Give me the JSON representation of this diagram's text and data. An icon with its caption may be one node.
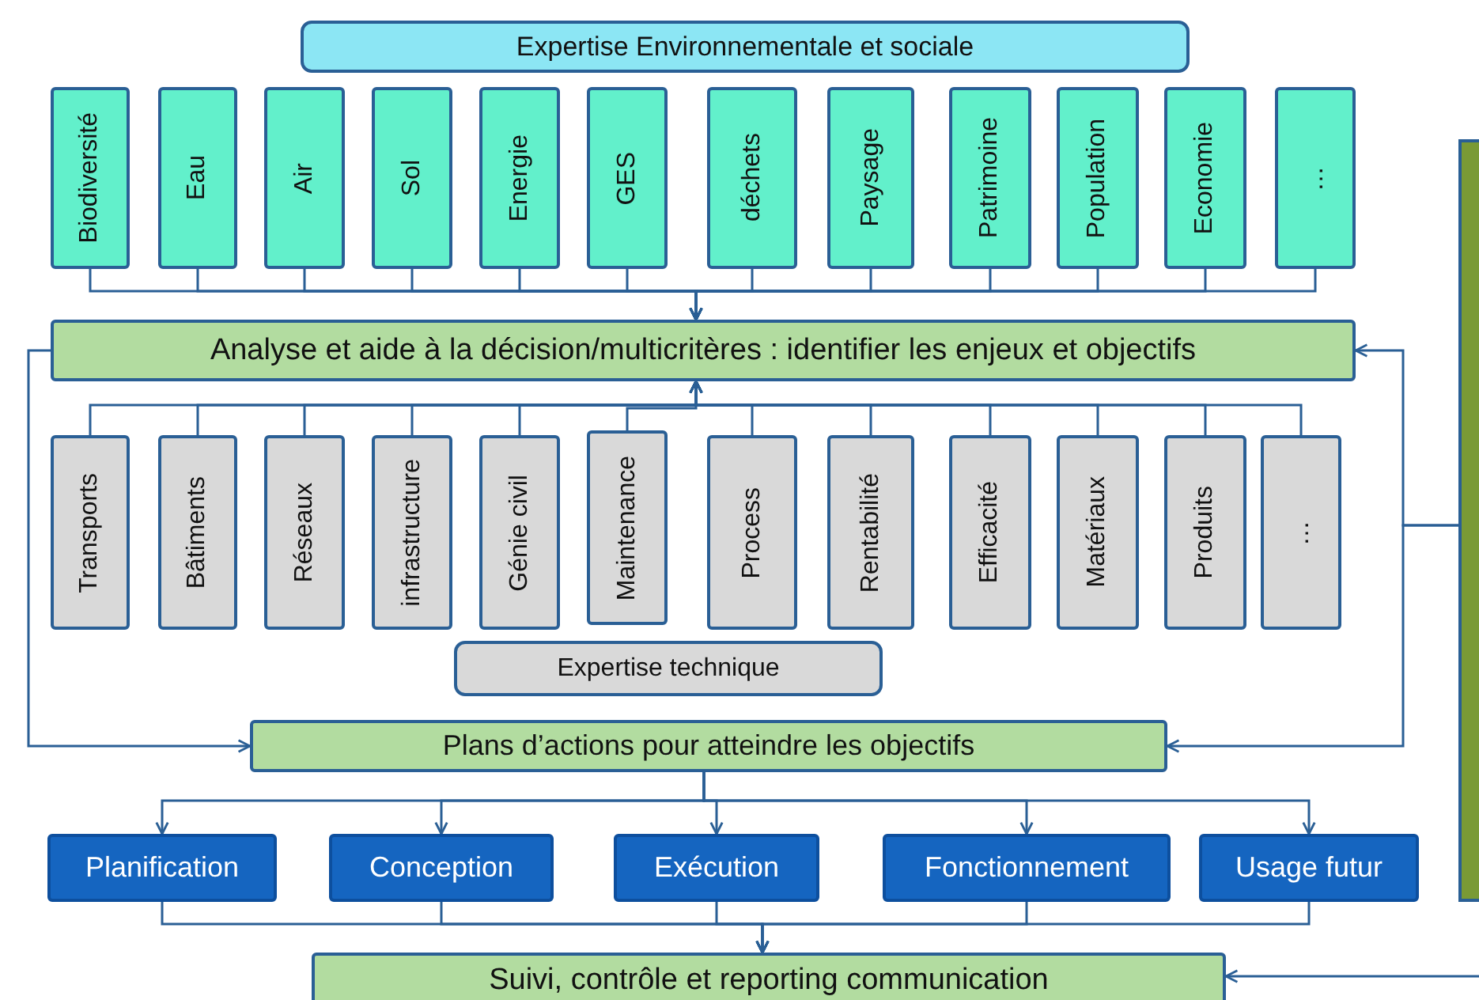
{
  "diagram": {
    "nodes": [
      {
        "text": [
          "Expertise Environnementale et sociale"
        ]
      },
      {
        "text": [
          "Biodiversité"
        ]
      },
      {
        "text": [
          "Eau"
        ]
      },
      {
        "text": [
          "Air"
        ]
      },
      {
        "text": [
          "Sol"
        ]
      },
      {
        "text": [
          "Energie"
        ]
      },
      {
        "text": [
          "GES"
        ]
      },
      {
        "text": [
          "déchets"
        ]
      },
      {
        "text": [
          "Paysage"
        ]
      },
      {
        "text": [
          "Patrimoine"
        ]
      },
      {
        "text": [
          "Population"
        ]
      },
      {
        "text": [
          "Economie"
        ]
      },
      {
        "text": [
          "…"
        ]
      },
      {
        "text": [
          "Analyse et aide à la décision/multicritères : identifier les enjeux et objectifs"
        ]
      },
      {
        "text": [
          "Transports"
        ]
      },
      {
        "text": [
          "Bâtiments"
        ]
      },
      {
        "text": [
          "Réseaux"
        ]
      },
      {
        "text": [
          "infrastructure"
        ]
      },
      {
        "text": [
          "Génie civil"
        ]
      },
      {
        "text": [
          "Maintenance"
        ]
      },
      {
        "text": [
          "Process"
        ]
      },
      {
        "text": [
          "Rentabilité"
        ]
      },
      {
        "text": [
          "Efficacité"
        ]
      },
      {
        "text": [
          "Matériaux"
        ]
      },
      {
        "text": [
          "Produits"
        ]
      },
      {
        "text": [
          "…"
        ]
      },
      {
        "text": [
          "Expertise technique"
        ]
      },
      {
        "text": [
          "Plans d’actions pour atteindre les objectifs"
        ]
      },
      {
        "text": [
          "Planification"
        ]
      },
      {
        "text": [
          "Conception"
        ]
      },
      {
        "text": [
          "Exécution"
        ]
      },
      {
        "text": [
          "Fonctionnement"
        ]
      },
      {
        "text": [
          "Usage futur"
        ]
      },
      {
        "text": [
          "Suivi, contrôle et reporting communication"
        ]
      },
      {
        "text": [],
        "shape": "box"
      }
    ],
    "edges": [
      {
        "from": 1,
        "to": 13,
        "arrow": "to"
      },
      {
        "from": 2,
        "to": 13,
        "arrow": "to"
      },
      {
        "from": 3,
        "to": 13,
        "arrow": "to"
      },
      {
        "from": 4,
        "to": 13,
        "arrow": "to"
      },
      {
        "from": 5,
        "to": 13,
        "arrow": "to"
      },
      {
        "from": 6,
        "to": 13,
        "arrow": "to"
      },
      {
        "from": 7,
        "to": 13,
        "arrow": "to"
      },
      {
        "from": 8,
        "to": 13,
        "arrow": "to"
      },
      {
        "from": 9,
        "to": 13,
        "arrow": "to"
      },
      {
        "from": 10,
        "to": 13,
        "arrow": "to"
      },
      {
        "from": 11,
        "to": 13,
        "arrow": "to"
      },
      {
        "from": 12,
        "to": 13,
        "arrow": "to"
      },
      {
        "from": 14,
        "to": 13,
        "arrow": "to"
      },
      {
        "from": 15,
        "to": 13,
        "arrow": "to"
      },
      {
        "from": 16,
        "to": 13,
        "arrow": "to"
      },
      {
        "from": 17,
        "to": 13,
        "arrow": "to"
      },
      {
        "from": 18,
        "to": 13,
        "arrow": "to"
      },
      {
        "from": 19,
        "to": 13,
        "arrow": "to"
      },
      {
        "from": 20,
        "to": 13,
        "arrow": "to"
      },
      {
        "from": 21,
        "to": 13,
        "arrow": "to"
      },
      {
        "from": 22,
        "to": 13,
        "arrow": "to"
      },
      {
        "from": 23,
        "to": 13,
        "arrow": "to"
      },
      {
        "from": 24,
        "to": 13,
        "arrow": "to"
      },
      {
        "from": 25,
        "to": 13,
        "arrow": "to"
      },
      {
        "from": 13,
        "to": 27,
        "arrow": "to"
      },
      {
        "from": 34,
        "to": 13,
        "arrow": "to"
      },
      {
        "from": 34,
        "to": 27,
        "arrow": "to"
      },
      {
        "from": 27,
        "to": 28,
        "arrow": "to"
      },
      {
        "from": 27,
        "to": 29,
        "arrow": "to"
      },
      {
        "from": 27,
        "to": 30,
        "arrow": "to"
      },
      {
        "from": 27,
        "to": 31,
        "arrow": "to"
      },
      {
        "from": 27,
        "to": 32,
        "arrow": "to"
      },
      {
        "from": 28,
        "to": 33,
        "arrow": "to"
      },
      {
        "from": 29,
        "to": 33,
        "arrow": "to"
      },
      {
        "from": 30,
        "to": 33,
        "arrow": "to"
      },
      {
        "from": 31,
        "to": 33,
        "arrow": "to"
      },
      {
        "from": 32,
        "to": 33,
        "arrow": "to"
      },
      {
        "from": null,
        "to": 33,
        "arrow": "to"
      }
    ]
  }
}
